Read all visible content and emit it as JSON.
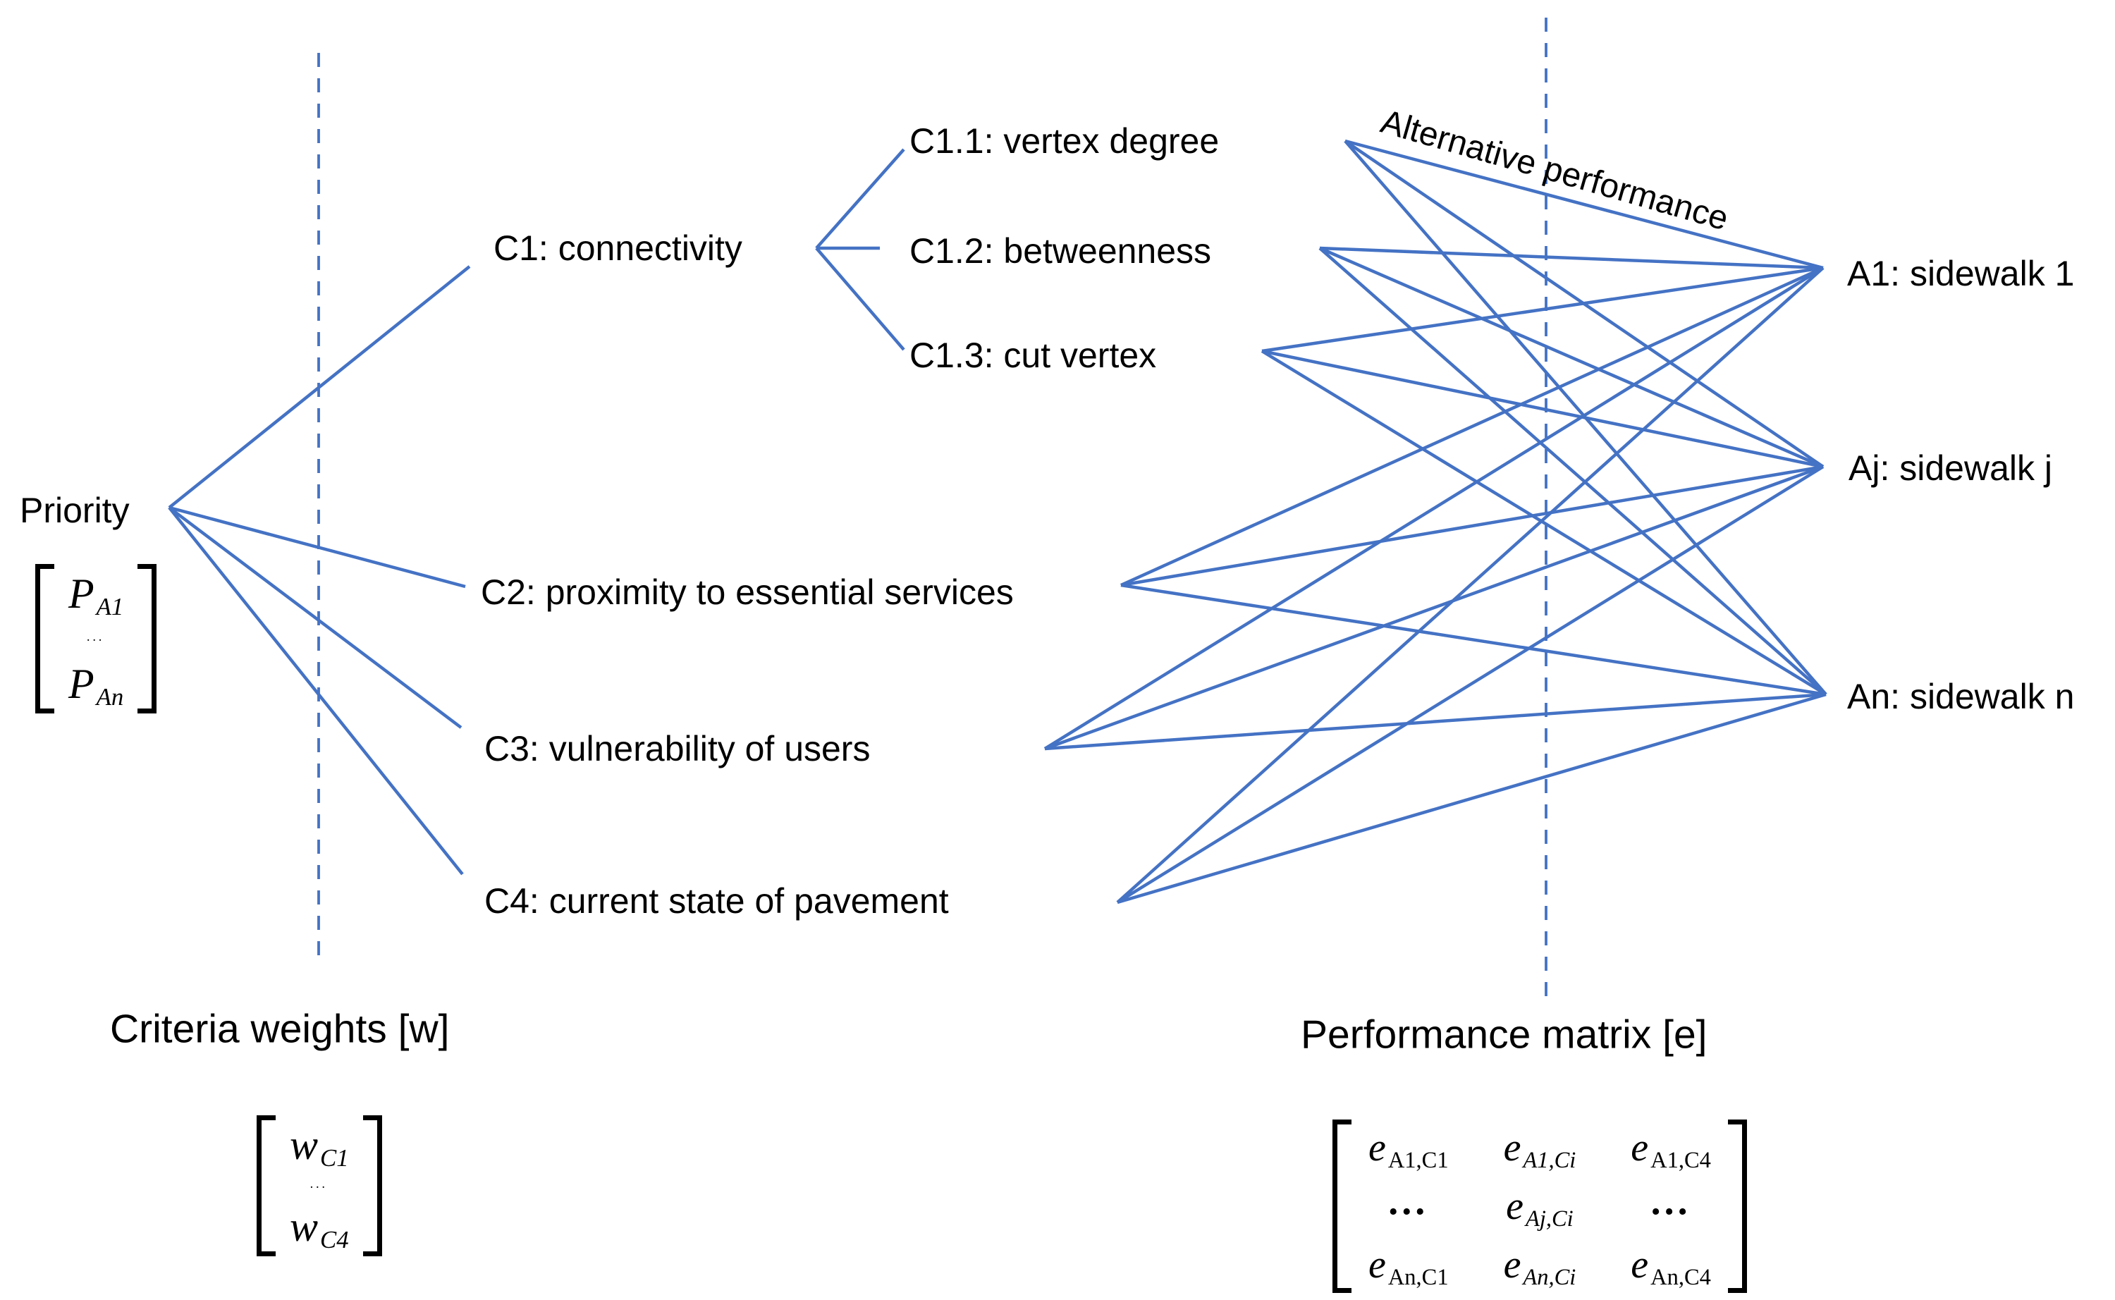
{
  "colors": {
    "line": "#4472C4",
    "text": "#000000"
  },
  "hierarchy": {
    "root": {
      "label": "Priority"
    },
    "criteria": [
      {
        "id": "C1",
        "label": "C1: connectivity"
      },
      {
        "id": "C2",
        "label": "C2: proximity to essential services"
      },
      {
        "id": "C3",
        "label": "C3: vulnerability of users"
      },
      {
        "id": "C4",
        "label": "C4: current state of pavement"
      }
    ],
    "subcriteria": [
      {
        "id": "C1.1",
        "label": "C1.1: vertex degree"
      },
      {
        "id": "C1.2",
        "label": "C1.2: betweenness"
      },
      {
        "id": "C1.3",
        "label": "C1.3: cut vertex"
      }
    ],
    "alternatives": [
      {
        "id": "A1",
        "label": "A1: sidewalk 1"
      },
      {
        "id": "Aj",
        "label": "Aj: sidewalk j"
      },
      {
        "id": "An",
        "label": "An: sidewalk n"
      }
    ],
    "edge_group_label": "Alternative performance"
  },
  "sections": {
    "criteria_weights_title": "Criteria weights [w]",
    "performance_matrix_title": "Performance matrix [e]"
  },
  "matrices": {
    "priority": {
      "rows": [
        {
          "base": "P",
          "sub": "A1"
        },
        {
          "base": "...",
          "sub": ""
        },
        {
          "base": "P",
          "sub": "An"
        }
      ]
    },
    "weights": {
      "rows": [
        {
          "base": "w",
          "sub": "C1"
        },
        {
          "base": "...",
          "sub": ""
        },
        {
          "base": "w",
          "sub": "C4"
        }
      ]
    },
    "performance": {
      "rows": [
        [
          {
            "base": "e",
            "sub": "A1,C1"
          },
          {
            "base": "e",
            "sub": "A1,Ci"
          },
          {
            "base": "e",
            "sub": "A1,C4"
          }
        ],
        [
          {
            "base": "...",
            "sub": ""
          },
          {
            "base": "e",
            "sub": "Aj,Ci"
          },
          {
            "base": "...",
            "sub": ""
          }
        ],
        [
          {
            "base": "e",
            "sub": "An,C1"
          },
          {
            "base": "e",
            "sub": "An,Ci"
          },
          {
            "base": "e",
            "sub": "An,C4"
          }
        ]
      ]
    }
  }
}
